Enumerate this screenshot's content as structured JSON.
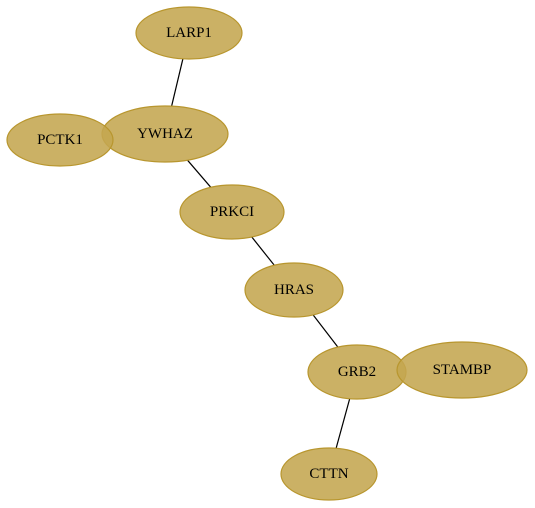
{
  "style": {
    "node_fill": "#c4a650",
    "node_stroke": "#b8962e",
    "node_fill_opacity": 0.88,
    "edge_color": "#000000",
    "background": "#ffffff"
  },
  "network": {
    "nodes": [
      {
        "id": "LARP1",
        "label": "LARP1"
      },
      {
        "id": "YWHAZ",
        "label": "YWHAZ"
      },
      {
        "id": "PCTK1",
        "label": "PCTK1"
      },
      {
        "id": "PRKCI",
        "label": "PRKCI"
      },
      {
        "id": "HRAS",
        "label": "HRAS"
      },
      {
        "id": "GRB2",
        "label": "GRB2"
      },
      {
        "id": "STAMBP",
        "label": "STAMBP"
      },
      {
        "id": "CTTN",
        "label": "CTTN"
      }
    ],
    "edges": [
      {
        "source": "LARP1",
        "target": "YWHAZ"
      },
      {
        "source": "YWHAZ",
        "target": "PRKCI"
      },
      {
        "source": "PRKCI",
        "target": "HRAS"
      },
      {
        "source": "HRAS",
        "target": "GRB2"
      },
      {
        "source": "GRB2",
        "target": "CTTN"
      }
    ]
  }
}
